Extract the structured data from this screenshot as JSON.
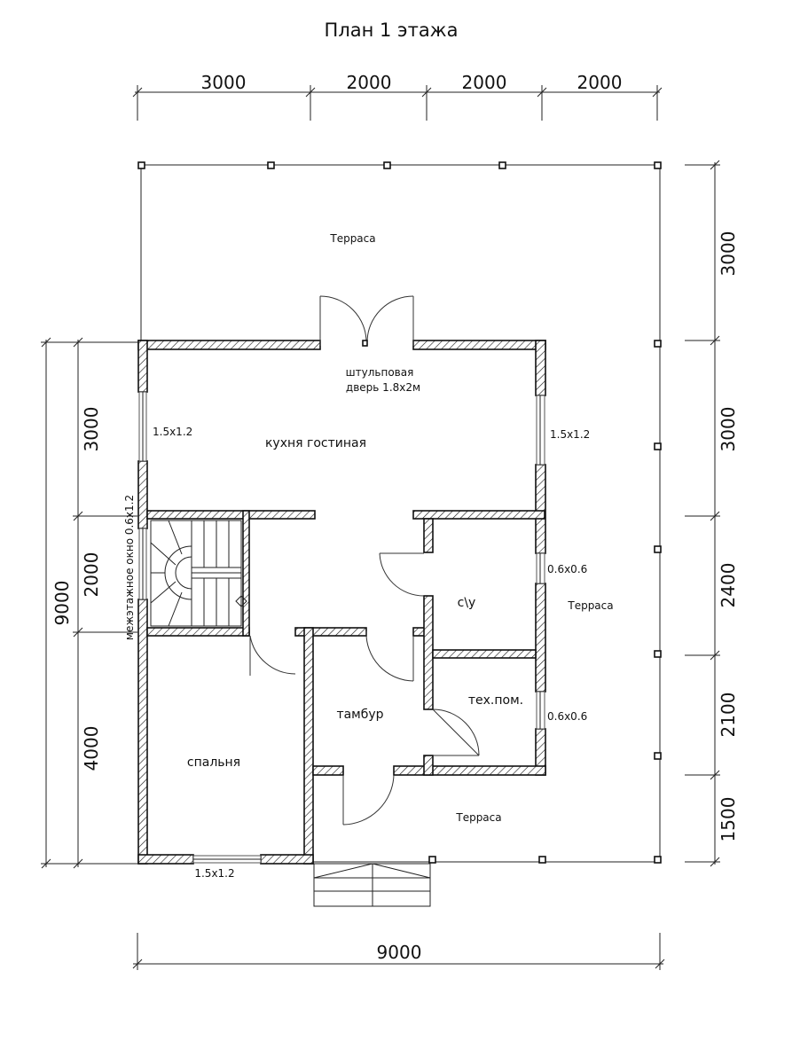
{
  "title": "План 1 этажа",
  "dimensions": {
    "top": [
      "3000",
      "2000",
      "2000",
      "2000"
    ],
    "right": [
      "3000",
      "3000",
      "2400",
      "2100",
      "1500"
    ],
    "left_overall": "9000",
    "left_segments": [
      "3000",
      "2000",
      "4000"
    ],
    "bottom": "9000"
  },
  "rooms": {
    "terrace_top": "Терраса",
    "terrace_right": "Терраса",
    "terrace_bottom": "Терраса",
    "kitchen": "кухня гостиная",
    "wc": "с\\у",
    "tech": "тех.пом.",
    "vestibule": "тамбур",
    "bedroom": "спальня"
  },
  "labels": {
    "door_line1": "штульповая",
    "door_line2": "дверь 1.8х2м",
    "window_left": "1.5х1.2",
    "window_right": "1.5х1.2",
    "window_wc": "0.6х0.6",
    "window_tech": "0.6х0.6",
    "window_bottom": "1.5х1.2",
    "stair_window": "межэтажное окно 0.6х1.2"
  }
}
